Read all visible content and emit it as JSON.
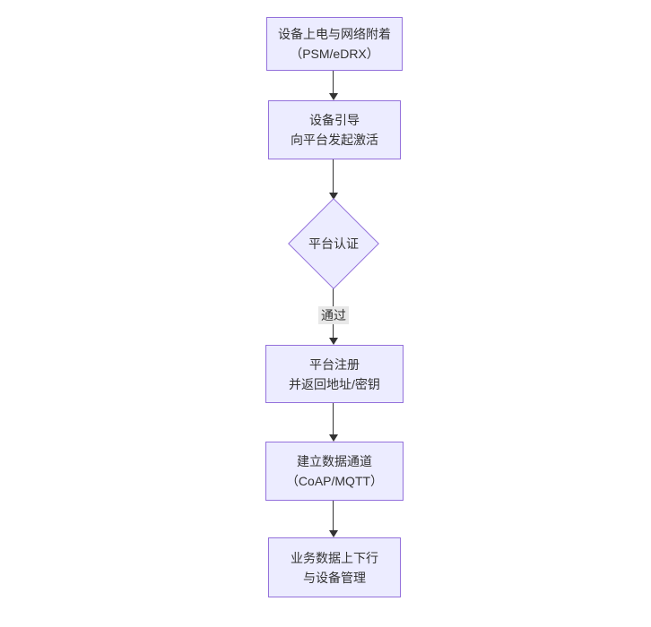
{
  "diagram": {
    "type": "flowchart",
    "direction": "top-down",
    "colors": {
      "node_fill": "#ECECFF",
      "node_border": "#9370DB",
      "node_text": "#333333",
      "line": "#333333",
      "edge_label_bg": "#e8e8e8",
      "edge_label_text": "#333333",
      "bg": "#ffffff"
    },
    "nodes": [
      {
        "id": "power-attach",
        "shape": "rect",
        "lines": [
          "设备上电与网络附着",
          "（PSM/eDRX）"
        ]
      },
      {
        "id": "bootstrap-activate",
        "shape": "rect",
        "lines": [
          "设备引导",
          "向平台发起激活"
        ]
      },
      {
        "id": "platform-auth",
        "shape": "diamond",
        "lines": [
          "平台认证"
        ]
      },
      {
        "id": "platform-register",
        "shape": "rect",
        "lines": [
          "平台注册",
          "并返回地址/密钥"
        ]
      },
      {
        "id": "data-channel",
        "shape": "rect",
        "lines": [
          "建立数据通道",
          "（CoAP/MQTT）"
        ]
      },
      {
        "id": "business-data",
        "shape": "rect",
        "lines": [
          "业务数据上下行",
          "与设备管理"
        ]
      }
    ],
    "edges": [
      {
        "from": "power-attach",
        "to": "bootstrap-activate",
        "label": ""
      },
      {
        "from": "bootstrap-activate",
        "to": "platform-auth",
        "label": ""
      },
      {
        "from": "platform-auth",
        "to": "platform-register",
        "label": "通过"
      },
      {
        "from": "platform-register",
        "to": "data-channel",
        "label": ""
      },
      {
        "from": "data-channel",
        "to": "business-data",
        "label": ""
      }
    ]
  }
}
